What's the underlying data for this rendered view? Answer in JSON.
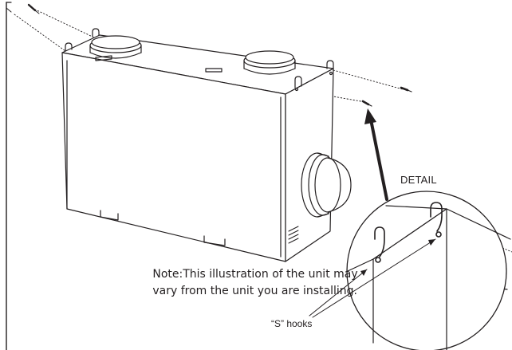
{
  "note": {
    "line1": "Note:This illustration of the unit may",
    "line2": "vary from the unit you are installing."
  },
  "labels": {
    "detail": "DETAIL",
    "s_hooks": "“S” hooks"
  },
  "colors": {
    "ink": "#231f20",
    "background": "#ffffff"
  }
}
